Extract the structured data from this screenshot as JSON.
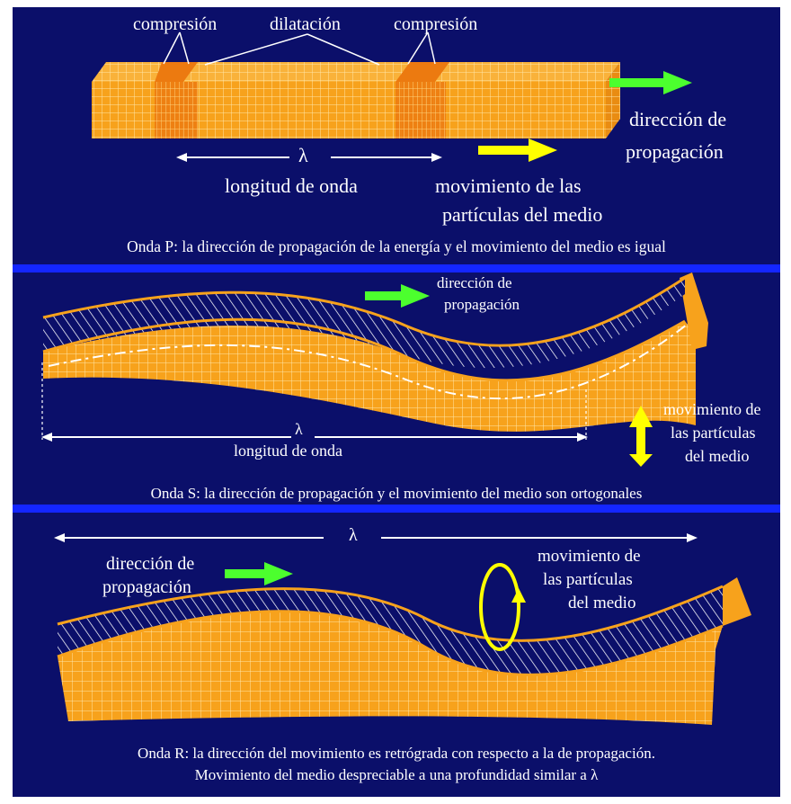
{
  "colors": {
    "background": "#0b0f6a",
    "separator": "#1426ff",
    "wave_body": "#f7a21c",
    "grid": "#ffe6a8",
    "arrow_green": "#4cff2e",
    "arrow_yellow": "#ffff00",
    "text": "#ffffff"
  },
  "p_wave": {
    "label_compresion_1": "compresión",
    "label_dilatacion": "dilatación",
    "label_compresion_2": "compresión",
    "lambda": "λ",
    "wavelength_label": "longitud de onda",
    "propagation_label_1": "dirección de",
    "propagation_label_2": "propagación",
    "particle_motion_1": "movimiento de las",
    "particle_motion_2": "partículas del medio",
    "caption": "Onda P: la dirección de propagación de la energía y el movimiento del medio es igual"
  },
  "s_wave": {
    "propagation_label_1": "dirección de",
    "propagation_label_2": "propagación",
    "lambda": "λ",
    "wavelength_label": "longitud de onda",
    "particle_motion_1": "movimiento de",
    "particle_motion_2": "las partículas",
    "particle_motion_3": "del medio",
    "caption": "Onda S: la dirección de propagación y el movimiento del medio son ortogonales"
  },
  "r_wave": {
    "lambda": "λ",
    "propagation_label_1": "dirección de",
    "propagation_label_2": "propagación",
    "particle_motion_1": "movimiento de",
    "particle_motion_2": "las partículas",
    "particle_motion_3": "del medio",
    "caption_line_1": "Onda R: la dirección del movimiento es retrógrada con respecto a la de propagación.",
    "caption_line_2": "Movimiento del medio despreciable a una profundidad similar a λ"
  }
}
